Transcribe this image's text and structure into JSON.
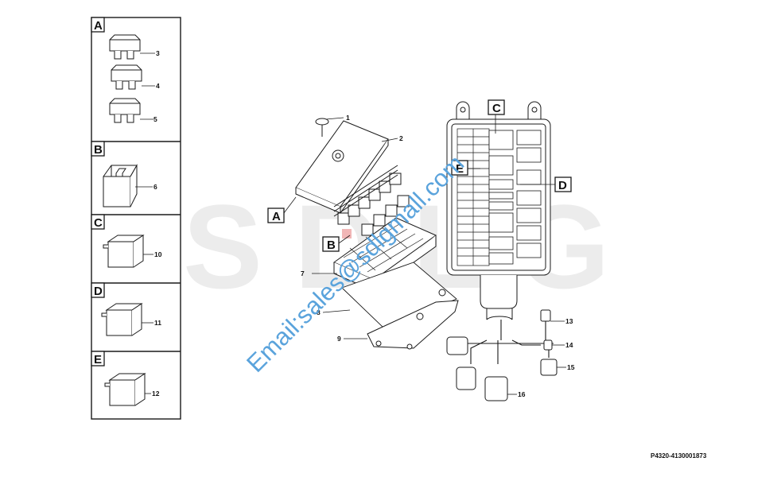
{
  "watermark": {
    "logo_text": "SDLG",
    "email": "Email:sales@sdlgmall.com"
  },
  "legend_panels": [
    {
      "letter": "A",
      "callouts": [
        "3",
        "4",
        "5"
      ]
    },
    {
      "letter": "B",
      "callouts": [
        "6"
      ]
    },
    {
      "letter": "C",
      "callouts": [
        "10"
      ]
    },
    {
      "letter": "D",
      "callouts": [
        "11"
      ]
    },
    {
      "letter": "E",
      "callouts": [
        "12"
      ]
    }
  ],
  "exploded_view": {
    "callouts": [
      "1",
      "2",
      "7",
      "8",
      "9"
    ],
    "letter_tags": [
      "A",
      "B"
    ]
  },
  "fuse_box": {
    "letter_tags": [
      "C",
      "E",
      "D"
    ],
    "harness_callouts": [
      "13",
      "14",
      "15",
      "16"
    ]
  },
  "drawing_number": "P4320-4130001873",
  "colors": {
    "line": "#1a1a1a",
    "watermark_logo": "#ececec",
    "watermark_email": "#5aa3dc",
    "highlight": "#f1b6b6"
  }
}
